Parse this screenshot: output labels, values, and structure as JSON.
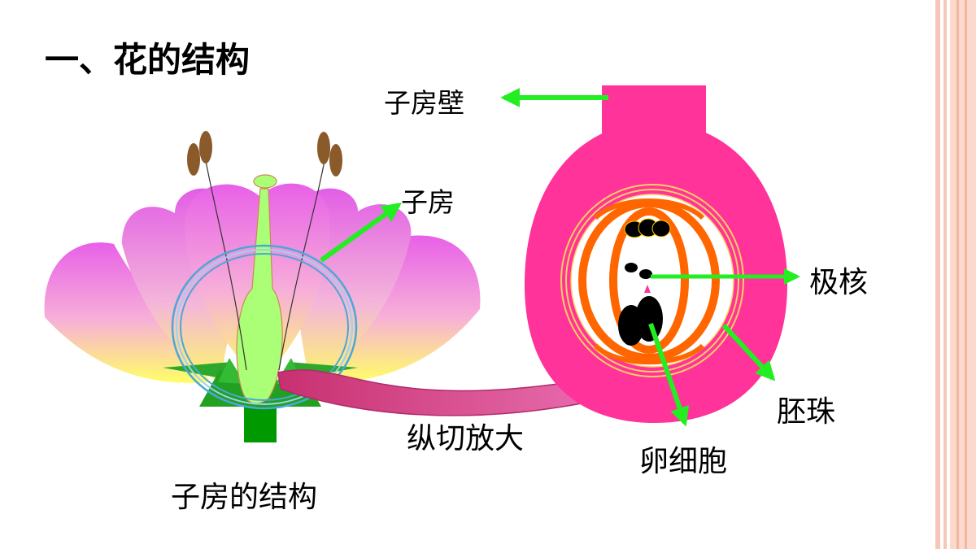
{
  "slide": {
    "title": "一、花的结构"
  },
  "labels": {
    "ovary_wall": "子房壁",
    "ovary": "子房",
    "polar_nuclei": "极核",
    "ovule": "胚珠",
    "egg_cell": "卵细胞",
    "longitudinal_cut": "纵切放大",
    "ovary_structure": "子房的结构"
  },
  "colors": {
    "arrow": "#22ee22",
    "ovary_body": "#ff3399",
    "ovule_ring": "#ff6600",
    "stripe": "#f6c7b8"
  }
}
